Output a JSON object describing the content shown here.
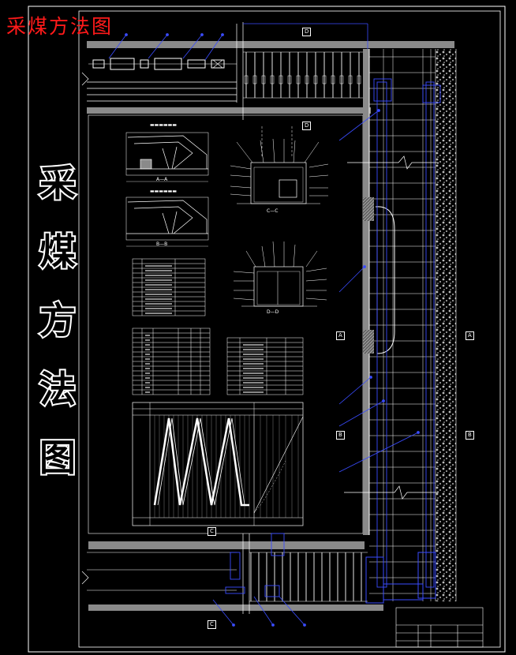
{
  "title": "采煤方法图",
  "vertical_title": [
    "采",
    "煤",
    "方",
    "法",
    "图"
  ],
  "section_markers": {
    "A": "A",
    "B": "B",
    "C": "C",
    "D": "D",
    "A_A": "A—A",
    "B_B": "B—B",
    "C_C": "C—C",
    "D_D": "D—D"
  },
  "colors": {
    "background": "#000000",
    "line": "#ffffff",
    "title_red": "#ff1a1a",
    "leader_blue": "#3a4cff",
    "fill_gray": "#8a8a8a"
  }
}
